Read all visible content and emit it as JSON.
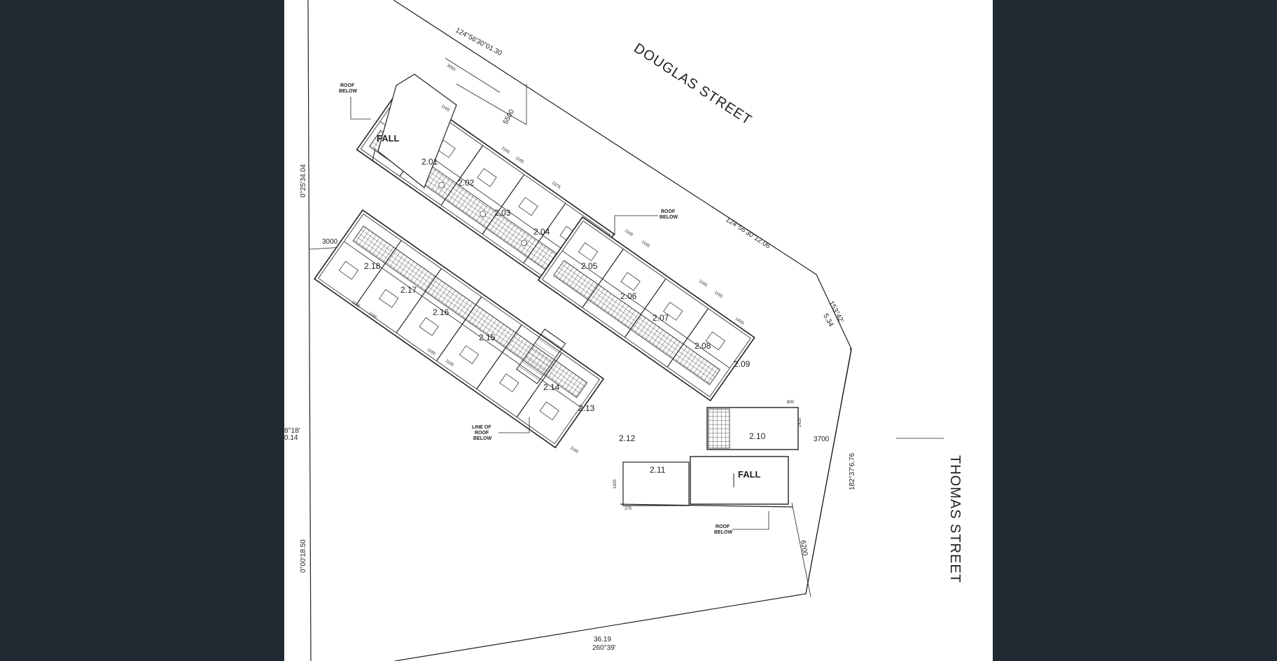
{
  "plan": {
    "streets": [
      "DOUGLAS STREET",
      "THOMAS STREET"
    ],
    "boundary_labels": [
      "124°56'30\"01.30",
      "124°56'30\"12.06",
      "153°42'",
      "5.34",
      "182°37'6.76",
      "0°25'34.04",
      "0°00'18.50",
      "8°18'",
      "0.14",
      "36.19",
      "260°39'"
    ],
    "setbacks": [
      "5500",
      "3000",
      "3700",
      "6200"
    ],
    "rooms": [
      "2.01",
      "2.02",
      "2.03",
      "2.04",
      "2.05",
      "2.06",
      "2.07",
      "2.08",
      "2.09",
      "2.10",
      "2.11",
      "2.12",
      "2.13",
      "2.14",
      "2.15",
      "2.16",
      "2.17",
      "2.18"
    ],
    "notes": {
      "roof_below": [
        "ROOF",
        "BELOW"
      ],
      "line_of_roof_below": [
        "LINE OF",
        "ROOF",
        "BELOW"
      ],
      "fall": "FALL"
    },
    "small_dims": [
      "1165",
      "1165",
      "1165",
      "1165",
      "1165",
      "1165",
      "1165",
      "1165",
      "1165",
      "1165",
      "1165",
      "1165",
      "2375",
      "3055",
      "1420",
      "800",
      "1420",
      "1420",
      "275"
    ]
  }
}
